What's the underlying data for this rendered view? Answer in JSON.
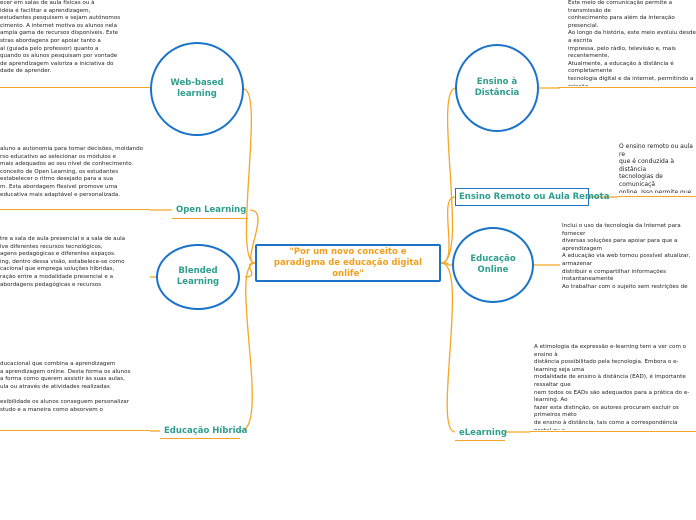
{
  "central": {
    "title": "\"Por um novo conceito e paradigma de educação digital onlife\""
  },
  "nodes": {
    "web_based_learning": {
      "label": "Web-based learning",
      "note": "ecer em salas de aula físicas ou à\nidéia é facilitar a aprendizagem,\nestudantes pesquisem e sejam autônomos\ncimento. A internet motiva os alunos nela\nampla gama de recursos disponíveis. Este\nstras abordagens por apoiar tanto a\nal (guiada pelo professor) quanto a\nquando os alunos pesquisam por vontade\nde aprendizagem valoriza a iniciativa do\ndade de aprender."
    },
    "open_learning": {
      "label": "Open Learning",
      "note": "aluno a autonomia para tomar decisões, moldando\nrso educativo ao selecionar os módulos e\nmais adequados ao seu nível de conhecimento.\nconceito de Open Learning, os estudantes\nestabelecer o ritmo desejado para a sua\nm. Esta abordagem flexível promove uma\neducativa mais adaptável e personalizada."
    },
    "blended_learning": {
      "label": "Blended Learning",
      "note": "tre a sala de aula presencial e a sala de aula\nlve diferentes recursos tecnológicos,\nagens pedagógicas e diferentes espaços.\ning, dentro dessa visão, estabelece-se como\ncacional que emprega soluções híbridas,\nração entre a modalidade presencial e a\nabordagens pedagógicas e recursos"
    },
    "educacao_hibrida": {
      "label": "Educação Híbrida",
      "note": "ducacional que combina a aprendizagem\na aprendizagem online. Desta forma os alunos\na forma como querem assistir às suas aulas,\nula ou através de atividades realizadas\n\nexibilidade os alunos conseguem personalizar\nstudo e a maneira como absorvem o"
    },
    "ensino_a_distancia": {
      "label": "Ensino à Distância",
      "note": "Este meio de comunicação permite a transmissão de\nconhecimento para além da interação presencial.\n Ao longo da história, este meio evoluiu desde a escrita\nimpressa, pelo rádio, televisão e, mais recentemente,\n Atualmente, a educação à distância é completamente\ntecnologia digital e da internet, permitindo a criação\nvirtuais de aprendizagem, videochamadas, fóruns de\ndiversos recursos interativos, tornando a educação\nacessível em termos de localização geográfica e disp\ntempo."
    },
    "ensino_remoto": {
      "label": "Ensino Remoto ou Aula Remota",
      "note": "O ensino remoto ou aula re\nque é conduzida à distância\ntecnologias de comunicaçã\nonline. Isso permite que os\neducacional, participem na\nestar fisicamente presente"
    },
    "educacao_online": {
      "label": "Educação Online",
      "note": "Inclui o uso da tecnologia da Internet para fornecer\ndiversas soluções para apoiar para que a aprendizagem\nA educação via web tornou possível atualizar, armazenar\ndistribuir e compartilhar informações instantaneamente\nAo trabalhar com o sujeito sem restrições de tempo e lu\nespaço, é possível promover maior autonomia e desenvo\nconsciência social, contribuindo assim para o avanço da\ncoletiva."
    },
    "elearning": {
      "label": "eLearning",
      "note": "A etimologia da expressão e-learning tem a ver com o ensino à\ndistância possibilitado pela tecnologia. Embora o e-learning seja uma\nmodalidade de ensino à distância (EAD), é importante ressaltar que\nnem todos os EADs são adequados para a prática do e-learning. Ao\nfazer esta distinção, os autores procuram excluir os primeiros méto\nde ensino à distância, tais como a correspondência postal ou a\ntelevisão.\nEste meio refere-se ao uso de tecnologia para gerenciar, desenvolv\ndistribuir, selecionar, transacionar, monitorar, apoiar e desenvolver a\nEducação."
    }
  },
  "colors": {
    "connector": "#f5a623",
    "border": "#1a73c9",
    "label_text": "#2f9e8f",
    "central_text": "#f0a020"
  }
}
